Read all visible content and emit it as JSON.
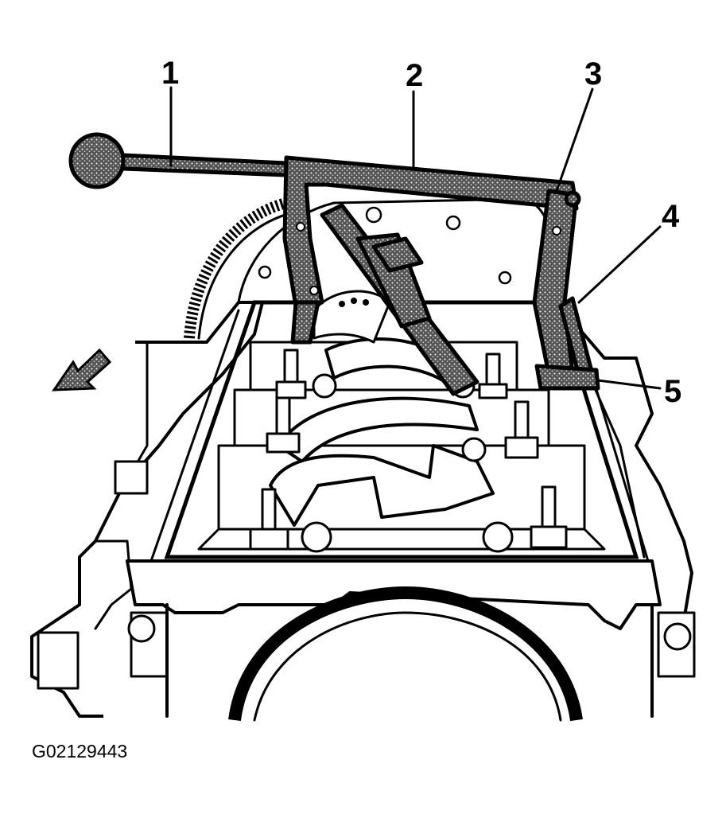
{
  "figure": {
    "figure_id": "G02129443",
    "callouts": [
      "1",
      "2",
      "3",
      "4",
      "5"
    ]
  }
}
